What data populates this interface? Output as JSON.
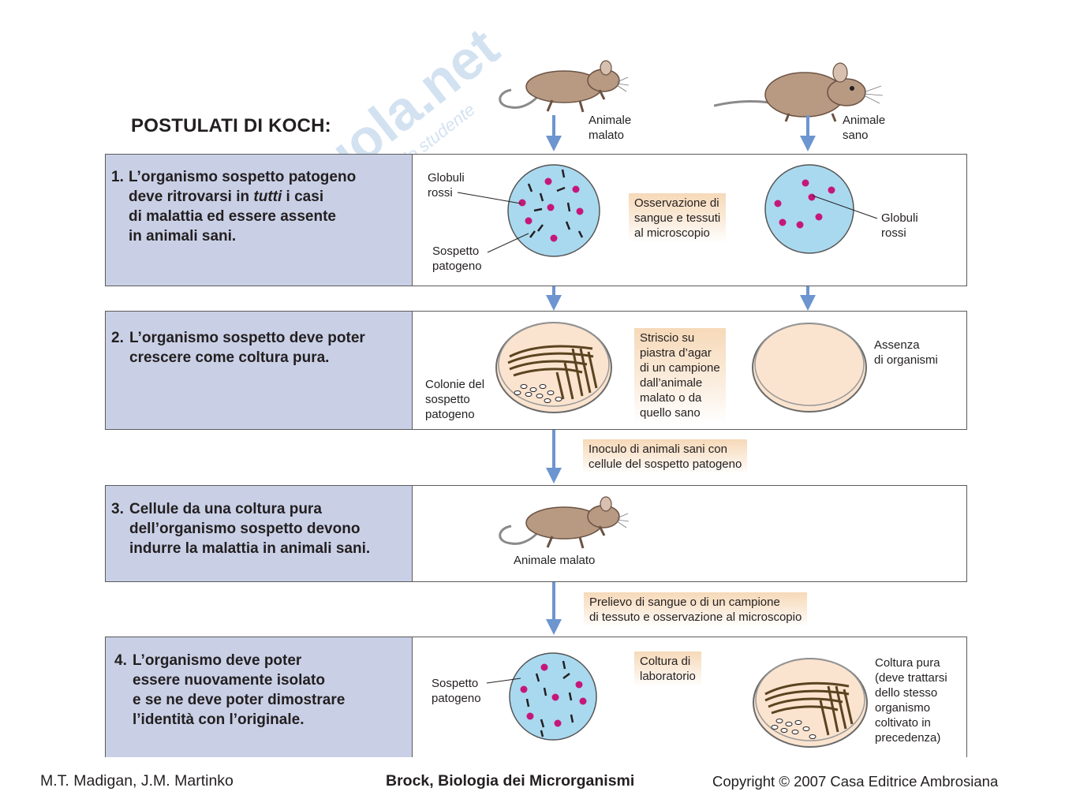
{
  "title": "POSTULATI DI KOCH:",
  "animals": {
    "sick_label": [
      "Animale",
      "malato"
    ],
    "healthy_label": [
      "Animale",
      "sano"
    ]
  },
  "steps": [
    {
      "num": "1.",
      "lines": [
        "L’organismo sospetto patogeno",
        "deve ritrovarsi in",
        "tutti",
        " i casi",
        "di malattia ed essere assente",
        "in animali sani."
      ]
    },
    {
      "num": "2.",
      "lines": [
        "L’organismo sospetto deve poter",
        "crescere come coltura pura."
      ]
    },
    {
      "num": "3.",
      "lines": [
        "Cellule da una coltura pura",
        "dell’organismo sospetto devono",
        "indurre la malattia in animali sani."
      ]
    },
    {
      "num": "4.",
      "lines": [
        "L’organismo deve poter",
        "essere nuovamente isolato",
        "e se ne deve poter dimostrare",
        "l’identità con l’originale."
      ]
    }
  ],
  "row1": {
    "globuli_left": [
      "Globuli",
      "rossi"
    ],
    "sospetto_left": [
      "Sospetto",
      "patogeno"
    ],
    "box": [
      "Osservazione di",
      "sangue e tessuti",
      "al microscopio"
    ],
    "globuli_right": [
      "Globuli",
      "rossi"
    ]
  },
  "row2": {
    "colonie": [
      "Colonie del",
      "sospetto",
      "patogeno"
    ],
    "box": [
      "Striscio su",
      "piastra d’agar",
      "di un campione",
      "dall’animale",
      "malato o da",
      "quello sano"
    ],
    "assenza": [
      "Assenza",
      "di organismi"
    ]
  },
  "between23": [
    "Inoculo di animali sani con",
    "cellule del sospetto patogeno"
  ],
  "row3": {
    "animale_malato": "Animale malato"
  },
  "between34": [
    "Prelievo di sangue o di un campione",
    "di tessuto e osservazione al microscopio"
  ],
  "row4": {
    "sospetto": [
      "Sospetto",
      "patogeno"
    ],
    "box": [
      "Coltura di",
      "laboratorio"
    ],
    "coltura_pura": [
      "Coltura pura",
      "(deve trattarsi",
      "dello stesso",
      "organismo",
      "coltivato in",
      "precedenza)"
    ]
  },
  "watermark": {
    "brand": "Skuola.net",
    "tagline": "il paradiso dello studente"
  },
  "footer": {
    "authors": "M.T. Madigan, J.M. Martinko",
    "book": "Brock, Biologia dei Microrganismi",
    "copyright": "Copyright © 2007 Casa Editrice Ambrosiana"
  },
  "colors": {
    "arrow": "#6d95cf",
    "panel": "#c9d0e6",
    "dish": "#a9d9ef",
    "rbc": "#c5177a",
    "agar": "#fbe4cf"
  }
}
